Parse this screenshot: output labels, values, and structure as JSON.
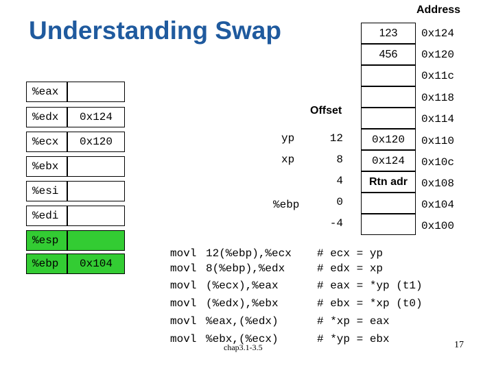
{
  "title": "Understanding Swap",
  "address_header": "Address",
  "offset_header": "Offset",
  "registers": [
    {
      "name": "%eax",
      "value": "",
      "highlight": false
    },
    {
      "name": "%edx",
      "value": "0x124",
      "highlight": false
    },
    {
      "name": "%ecx",
      "value": "0x120",
      "highlight": false
    },
    {
      "name": "%ebx",
      "value": "",
      "highlight": false
    },
    {
      "name": "%esi",
      "value": "",
      "highlight": false
    },
    {
      "name": "%edi",
      "value": "",
      "highlight": false
    },
    {
      "name": "%esp",
      "value": "",
      "highlight": true
    },
    {
      "name": "%ebp",
      "value": "0x104",
      "highlight": true
    }
  ],
  "memory": [
    {
      "value": "123",
      "address": "0x124",
      "offset": "",
      "label": ""
    },
    {
      "value": "456",
      "address": "0x120",
      "offset": "",
      "label": ""
    },
    {
      "value": "",
      "address": "0x11c",
      "offset": "",
      "label": ""
    },
    {
      "value": "",
      "address": "0x118",
      "offset": "",
      "label": ""
    },
    {
      "value": "",
      "address": "0x114",
      "offset": "",
      "label": ""
    },
    {
      "value": "0x120",
      "address": "0x110",
      "offset": "12",
      "label": "yp"
    },
    {
      "value": "0x124",
      "address": "0x10c",
      "offset": "8",
      "label": "xp"
    },
    {
      "value": "Rtn adr",
      "address": "0x108",
      "offset": "4",
      "label": ""
    },
    {
      "value": "",
      "address": "0x104",
      "offset": "0",
      "label": "%ebp"
    },
    {
      "value": "",
      "address": "0x100",
      "offset": "-4",
      "label": ""
    }
  ],
  "code": [
    {
      "op": "movl",
      "args": "12(%ebp),%ecx",
      "comment": "# ecx = yp"
    },
    {
      "op": "movl",
      "args": "8(%ebp),%edx",
      "comment": "# edx = xp"
    },
    {
      "op": "movl",
      "args": "(%ecx),%eax",
      "comment": "# eax = *yp (t1)"
    },
    {
      "op": "movl",
      "args": "(%edx),%ebx",
      "comment": "# ebx = *xp (t0)"
    },
    {
      "op": "movl",
      "args": "%eax,(%edx)",
      "comment": "# *xp = eax"
    },
    {
      "op": "movl",
      "args": "%ebx,(%ecx)",
      "comment": "# *yp = ebx"
    }
  ],
  "footer": "chap3.1-3.5",
  "page_number": "17",
  "colors": {
    "title": "#1f5a9e",
    "register_highlight": "#33cc33"
  }
}
